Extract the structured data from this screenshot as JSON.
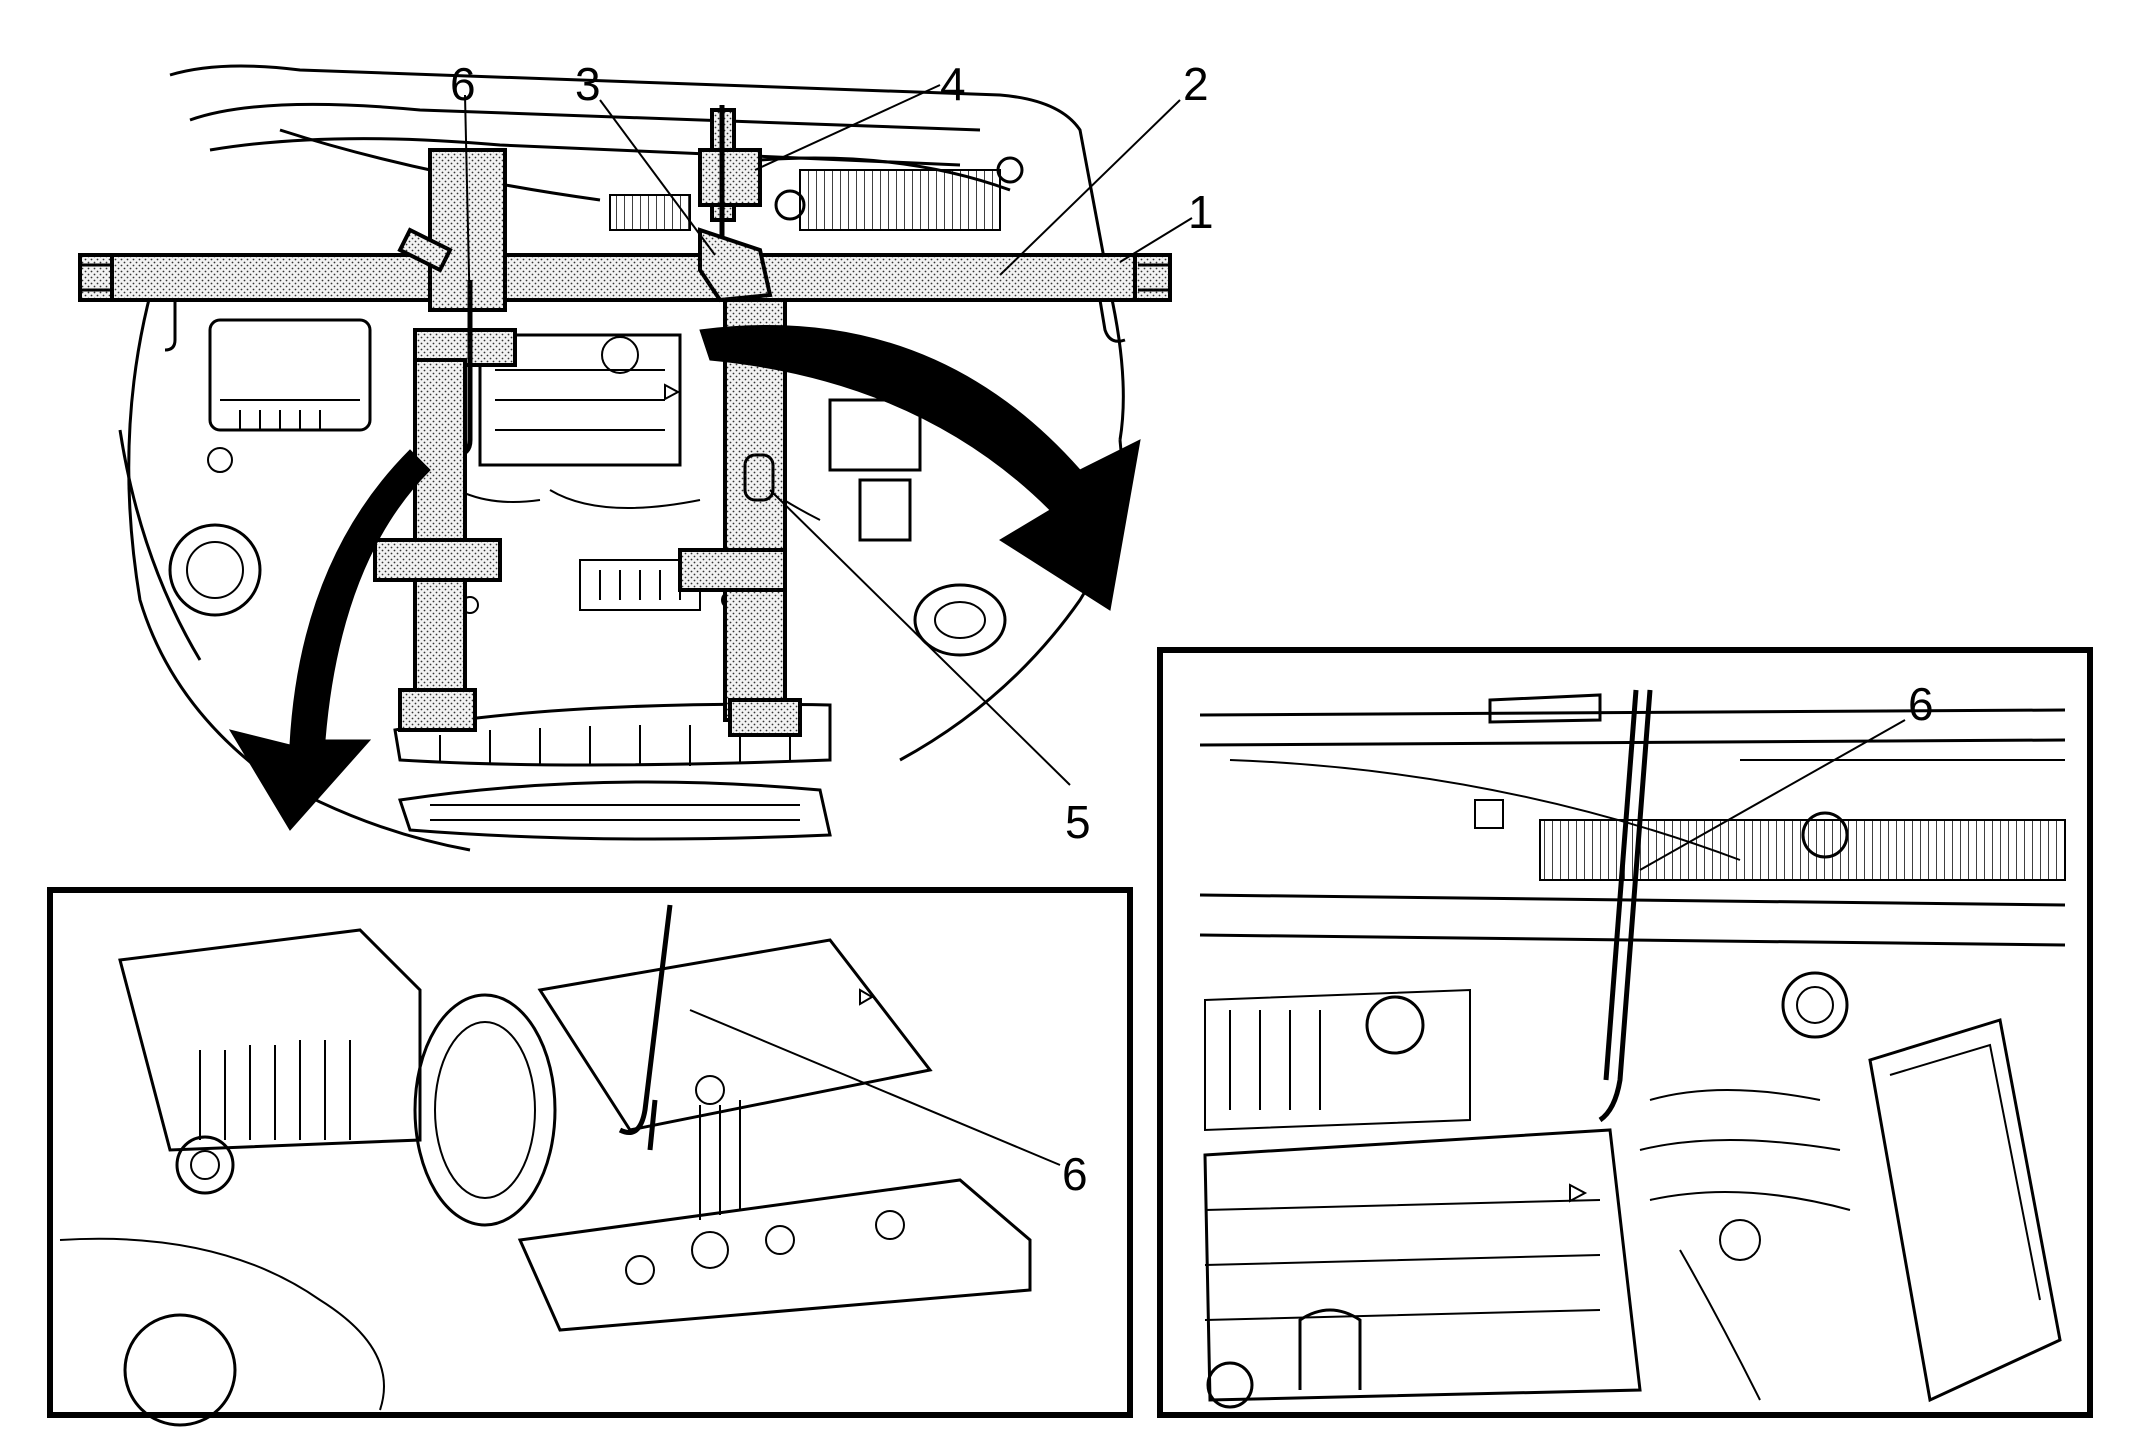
{
  "callouts": {
    "main": {
      "c1": "1",
      "c2": "2",
      "c3": "3",
      "c4": "4",
      "c5": "5",
      "c6": "6"
    },
    "inset_left": {
      "c6": "6"
    },
    "inset_right": {
      "c6": "6"
    }
  }
}
